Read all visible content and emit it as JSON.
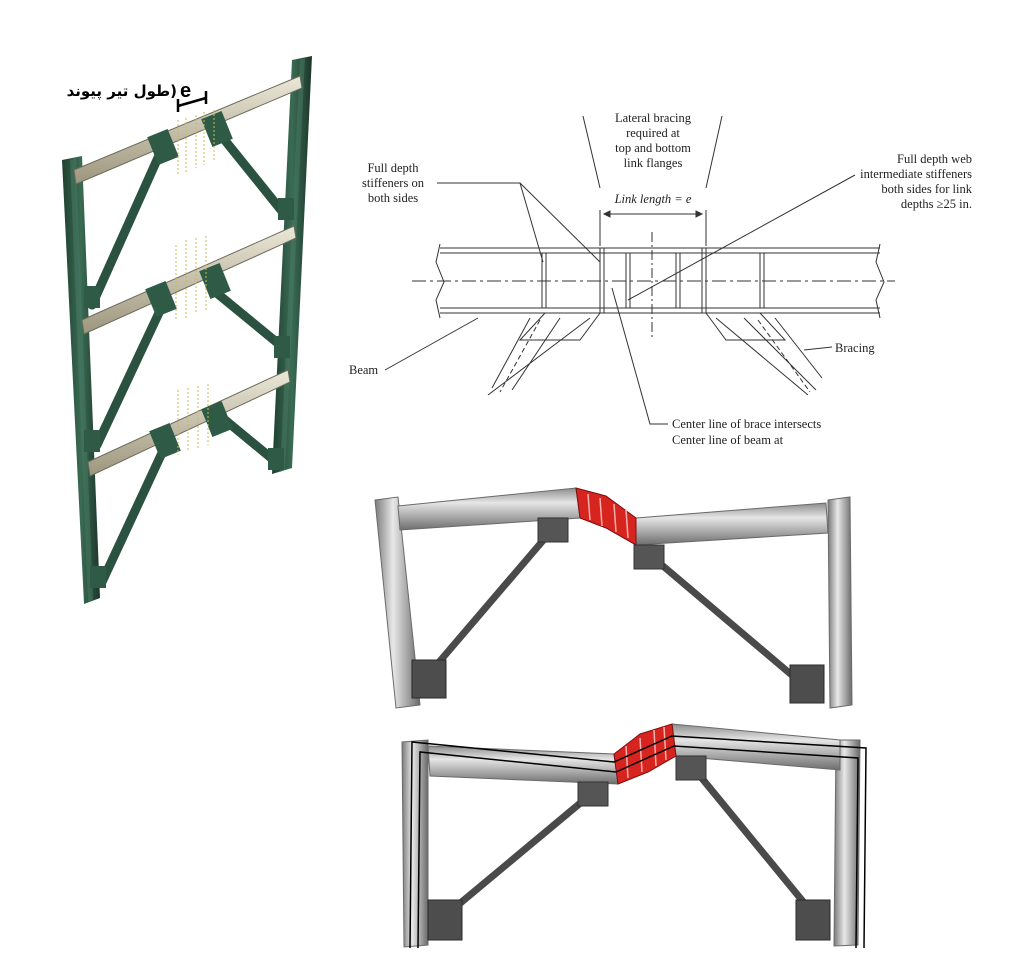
{
  "frame3d": {
    "e_symbol": "e",
    "e_caption": "(طول تیر پیوند"
  },
  "detail": {
    "lateral_bracing": [
      "Lateral bracing",
      "required at",
      "top and bottom",
      "link flanges"
    ],
    "full_depth_stiffeners": [
      "Full depth",
      "stiffeners on",
      "both sides"
    ],
    "web_stiffeners": [
      "Full depth web",
      "intermediate stiffeners",
      "both sides for link",
      "depths ≥25 in."
    ],
    "link_length": "Link length = e",
    "beam": "Beam",
    "bracing": "Bracing",
    "center_line": [
      "Center line of brace intersects",
      "Center line of beam at"
    ]
  },
  "colors": {
    "frame_green": "#2f5a45",
    "beam_tan": "#c9c3ae",
    "link_red": "#d8241f",
    "steel_gray": "#9a9a9a"
  }
}
